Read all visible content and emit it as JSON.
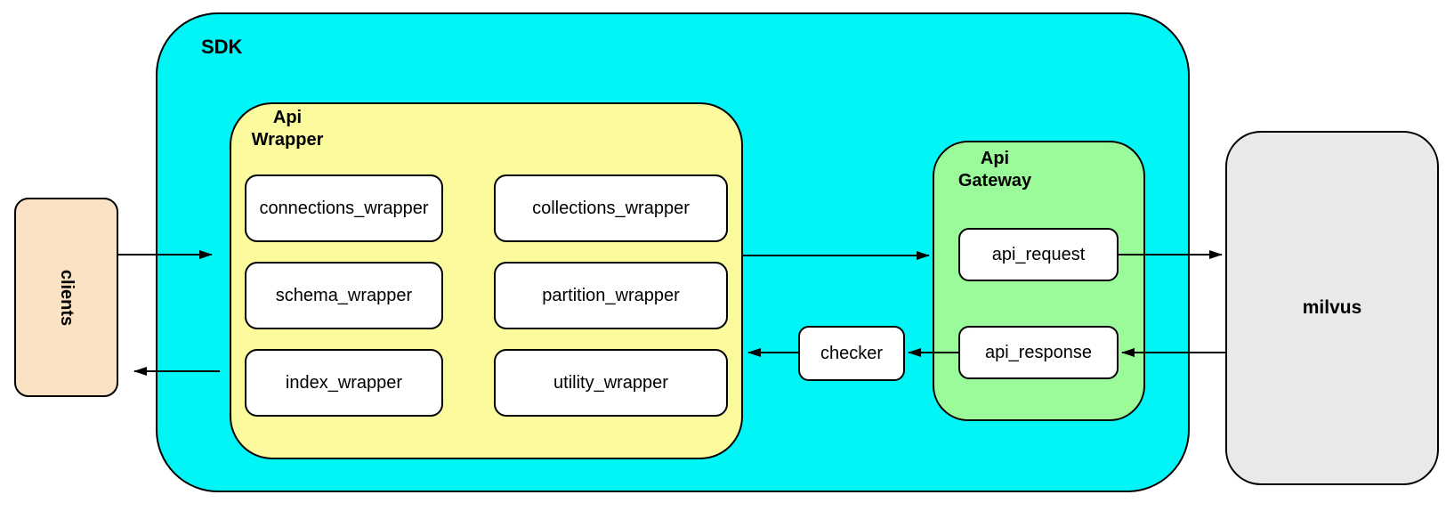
{
  "nodes": {
    "clients": "clients",
    "sdk": "SDK",
    "apiWrapper": {
      "line1": "Api",
      "line2": "Wrapper"
    },
    "wrappers": {
      "connections": "connections_wrapper",
      "collections": "collections_wrapper",
      "schema": "schema_wrapper",
      "partition": "partition_wrapper",
      "index": "index_wrapper",
      "utility": "utility_wrapper"
    },
    "checker": "checker",
    "apiGateway": {
      "line1": "Api",
      "line2": "Gateway"
    },
    "apiRequest": "api_request",
    "apiResponse": "api_response",
    "milvus": "milvus"
  },
  "edges": [
    {
      "from": "clients",
      "to": "api_wrapper"
    },
    {
      "from": "api_wrapper",
      "to": "api_gateway"
    },
    {
      "from": "api_request",
      "to": "milvus"
    },
    {
      "from": "milvus",
      "to": "api_response"
    },
    {
      "from": "api_response",
      "to": "checker"
    },
    {
      "from": "checker",
      "to": "api_wrapper"
    },
    {
      "from": "api_wrapper",
      "to": "clients"
    }
  ],
  "colors": {
    "cyan": "#00f6f6",
    "yellow": "#fbfb9e",
    "green": "#9bfb9b",
    "peach": "#fbe2c5",
    "gray": "#e9e9e9",
    "stroke": "#000000",
    "boxfill": "#ffffff"
  }
}
